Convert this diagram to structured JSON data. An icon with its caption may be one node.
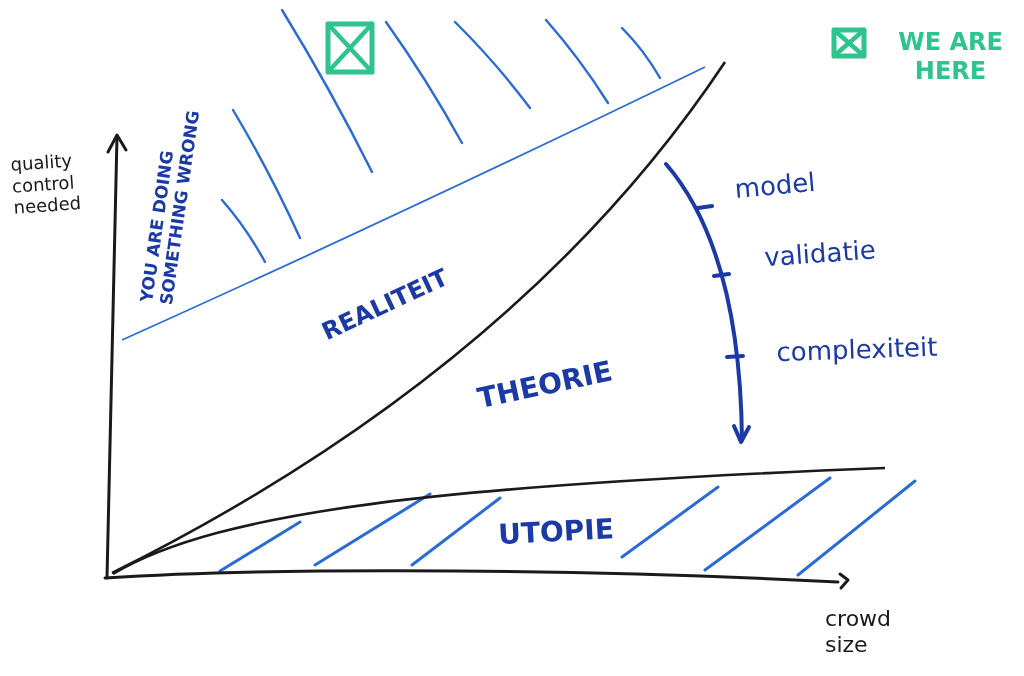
{
  "diagram": {
    "labels": [
      "quality control needed",
      "YOU ARE DOING SOMETHING WRONG",
      "model",
      "validatie",
      "REALITEIT",
      "complexiteit",
      "THEORIE",
      "UTOPIE",
      "crowd size"
    ],
    "legend": [
      {
        "text": "WE ARE HERE"
      }
    ]
  }
}
